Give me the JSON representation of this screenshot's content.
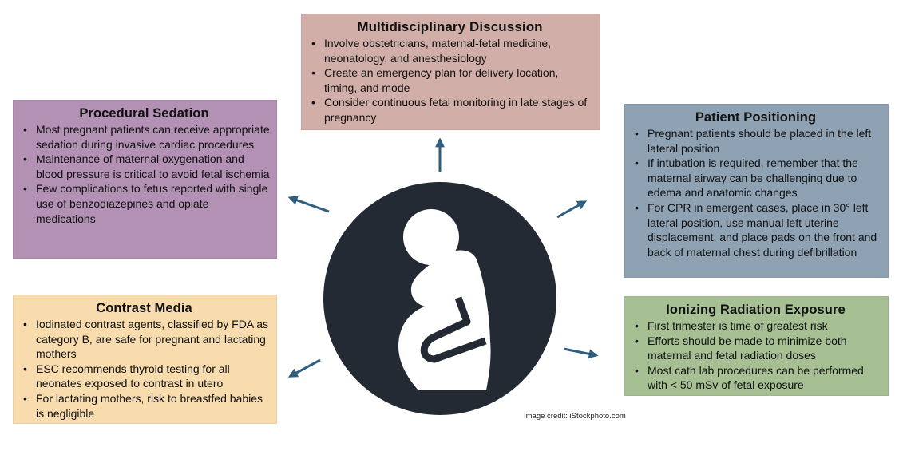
{
  "colors": {
    "multidisciplinary": "#d2aea8",
    "procedural_sedation": "#b391b5",
    "contrast_media": "#f8dcae",
    "patient_positioning": "#8fa2b4",
    "ionizing_radiation": "#a6c094",
    "emblem_circle": "#242a33",
    "emblem_figure": "#ffffff",
    "arrow": "#2e5f80"
  },
  "center": {
    "icon": "pregnant-woman-icon"
  },
  "boxes": {
    "multidisciplinary": {
      "title": "Multidisciplinary Discussion",
      "items": [
        "Involve obstetricians, maternal-fetal medicine, neonatology, and anesthesiology",
        "Create an emergency plan for delivery location, timing, and mode",
        "Consider continuous fetal monitoring in late stages of pregnancy"
      ]
    },
    "procedural_sedation": {
      "title": "Procedural Sedation",
      "items": [
        "Most pregnant patients can receive appropriate sedation during invasive cardiac procedures",
        "Maintenance of maternal oxygenation and blood pressure is critical to avoid fetal ischemia",
        "Few complications to fetus reported with single use of benzodiazepines and opiate medications"
      ]
    },
    "contrast_media": {
      "title": "Contrast Media",
      "items": [
        "Iodinated contrast agents, classified by FDA as category B, are safe for pregnant and lactating mothers",
        "ESC recommends thyroid testing for all neonates exposed to contrast in utero",
        "For lactating mothers, risk to breastfed babies is negligible"
      ]
    },
    "patient_positioning": {
      "title": "Patient Positioning",
      "items": [
        "Pregnant patients should be placed in the left lateral position",
        "If intubation is required, remember that the maternal airway can be challenging due to edema and anatomic changes",
        "For CPR in emergent cases, place in 30° left lateral position, use manual left uterine displacement, and place pads on the front and back of maternal chest during defibrillation"
      ]
    },
    "ionizing_radiation": {
      "title": "Ionizing Radiation Exposure",
      "items": [
        "First trimester is time of greatest risk",
        "Efforts should be made to minimize both maternal and fetal radiation doses",
        "Most cath lab procedures can be performed with < 50 mSv of fetal exposure"
      ]
    }
  },
  "credit": "Image credit: iStockphoto.com"
}
